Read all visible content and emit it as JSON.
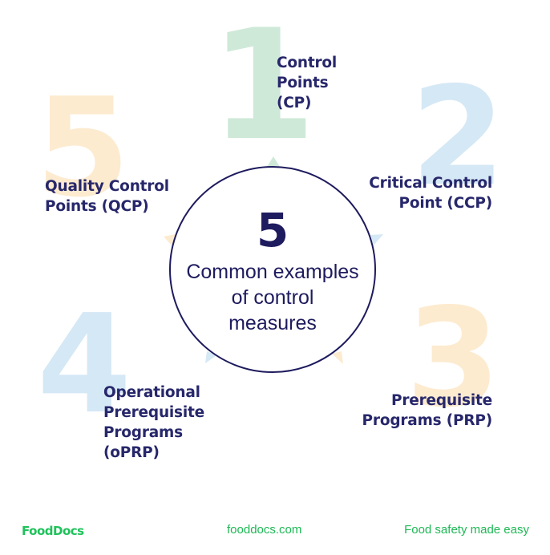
{
  "center": {
    "number": "5",
    "lines": [
      "Common examples",
      "of control",
      "measures"
    ]
  },
  "items": [
    {
      "number": "1",
      "label_lines": [
        "Control",
        "Points",
        "(CP)"
      ],
      "number_color": "#cfe9d9"
    },
    {
      "number": "2",
      "label_lines": [
        "Critical Control",
        "Point (CCP)"
      ],
      "number_color": "#d5e8f5"
    },
    {
      "number": "3",
      "label_lines": [
        "Prerequisite",
        "Programs (PRP)"
      ],
      "number_color": "#fdebd0"
    },
    {
      "number": "4",
      "label_lines": [
        "Operational",
        "Prerequisite",
        "Programs",
        "(oPRP)"
      ],
      "number_color": "#d5e8f5"
    },
    {
      "number": "5",
      "label_lines": [
        "Quality Control",
        "Points (QCP)"
      ],
      "number_color": "#fdebd0"
    }
  ],
  "footer": {
    "logo": "FoodDocs",
    "website": "fooddocs.com",
    "tagline": "Food safety made easy"
  },
  "colors": {
    "navy": "#1e1b5e",
    "label": "#27276b",
    "green_brand": "#1ec25a",
    "green_light": "#cfe9d9",
    "blue_light": "#d5e8f5",
    "orange_light": "#fdebd0"
  }
}
